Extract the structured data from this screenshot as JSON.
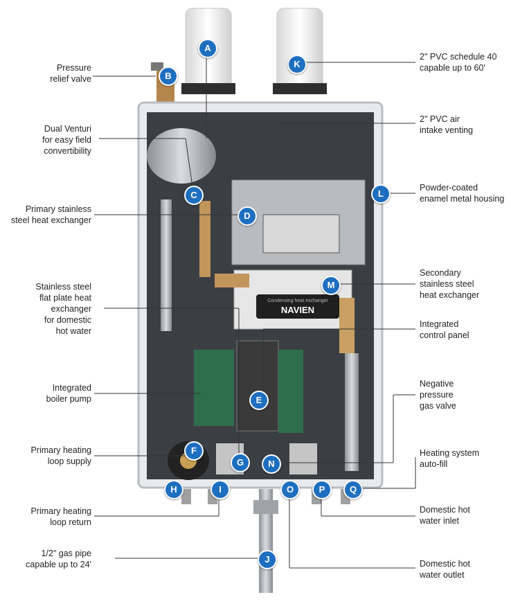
{
  "brand": "NAVIEN",
  "plate_caption": "Condensing heat exchanger",
  "colors": {
    "marker": "#1f6fc0",
    "leader": "#333333",
    "housing": "#e9eaec",
    "frame": "#3b3f44"
  },
  "callouts": {
    "A": {
      "letter": "A",
      "text": []
    },
    "B": {
      "letter": "B",
      "text": [
        "Pressure",
        "relief valve"
      ]
    },
    "C": {
      "letter": "C",
      "text": [
        "Dual Venturi",
        "for easy field",
        "convertibility"
      ]
    },
    "D": {
      "letter": "D",
      "text": [
        "Primary stainless",
        "steel heat exchanger"
      ]
    },
    "E": {
      "letter": "E",
      "text": [
        "Integrated",
        "boiler pump"
      ]
    },
    "F": {
      "letter": "F",
      "text": [
        "Primary heating",
        "loop supply"
      ]
    },
    "G": {
      "letter": "G",
      "text": [
        "Stainless steel",
        "flat plate heat",
        "exchanger",
        "for domestic",
        "hot water"
      ]
    },
    "H": {
      "letter": "H",
      "text": []
    },
    "I": {
      "letter": "I",
      "text": [
        "Primary heating",
        "loop return"
      ]
    },
    "J": {
      "letter": "J",
      "text": [
        "1/2\" gas pipe",
        "capable up to 24'"
      ]
    },
    "K": {
      "letter": "K",
      "text": [
        "2\" PVC schedule 40",
        "capable up to 60'"
      ]
    },
    "K2": {
      "letter": "",
      "text": [
        "2\" PVC air",
        "intake venting"
      ]
    },
    "L": {
      "letter": "L",
      "text": [
        "Powder-coated",
        "enamel metal housing"
      ]
    },
    "M": {
      "letter": "M",
      "text": [
        "Secondary",
        "stainless steel",
        "heat exchanger"
      ]
    },
    "E2": {
      "letter": "",
      "text": [
        "Integrated",
        "control panel"
      ]
    },
    "N": {
      "letter": "N",
      "text": [
        "Negative",
        "pressure",
        "gas valve"
      ]
    },
    "O": {
      "letter": "O",
      "text": [
        "Domestic hot",
        "water outlet"
      ]
    },
    "P": {
      "letter": "P",
      "text": [
        "Domestic hot",
        "water inlet"
      ]
    },
    "Q": {
      "letter": "Q",
      "text": [
        "Heating system",
        "auto-fill"
      ]
    }
  }
}
